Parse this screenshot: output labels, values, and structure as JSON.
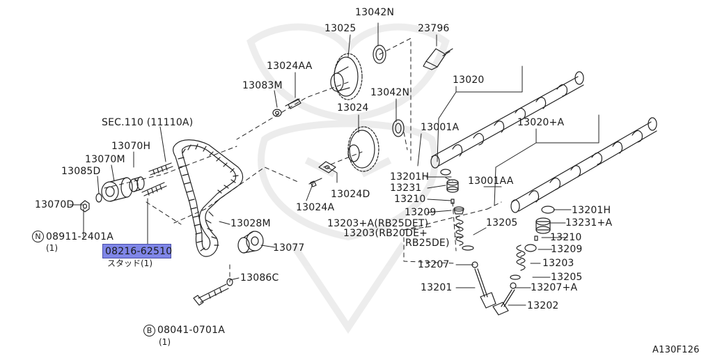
{
  "colors": {
    "line": "#222222",
    "highlight": "#7f86e8",
    "watermark": "#ececec"
  },
  "labels": {
    "p13042N_top": "13042N",
    "p13025": "13025",
    "p23796": "23796",
    "p13024AA": "13024AA",
    "p13083M": "13083M",
    "p13020": "13020",
    "p13042N_mid": "13042N",
    "p13024": "13024",
    "p13001A": "13001A",
    "p13020A": "13020+A",
    "sec110": "SEC.110 (11110A)",
    "p13070H": "13070H",
    "p13070M": "13070M",
    "p13085D": "13085D",
    "p13201H_a": "13201H",
    "p13001AA": "13001AA",
    "p13231": "13231",
    "p13024D": "13024D",
    "p13210_a": "13210",
    "p13070D": "13070D",
    "p13024A": "13024A",
    "p13209_a": "13209",
    "p13201H_b": "13201H",
    "p13028M": "13028M",
    "p13203A": "13203+A(RB25DET)",
    "p13205_a": "13205",
    "p13231A": "13231+A",
    "p13203_line1": "13203(RB20DE+",
    "p13203_line2": "RB25DE)",
    "n08911": "08911-2401A",
    "n08911_qty": "(1)",
    "p13210_b": "13210",
    "p08216": "08216-62510",
    "p08216_sub": "スタッド(1)",
    "p13077": "13077",
    "p13209_b": "13209",
    "p13207_a": "13207",
    "p13203": "13203",
    "p13086C": "13086C",
    "p13205_b": "13205",
    "p13201": "13201",
    "p13207A": "13207+A",
    "p13202": "13202",
    "b08041": "08041-0701A",
    "b08041_qty": "(1)",
    "circle_N": "N",
    "circle_B": "B",
    "figure_code": "A130F126"
  }
}
